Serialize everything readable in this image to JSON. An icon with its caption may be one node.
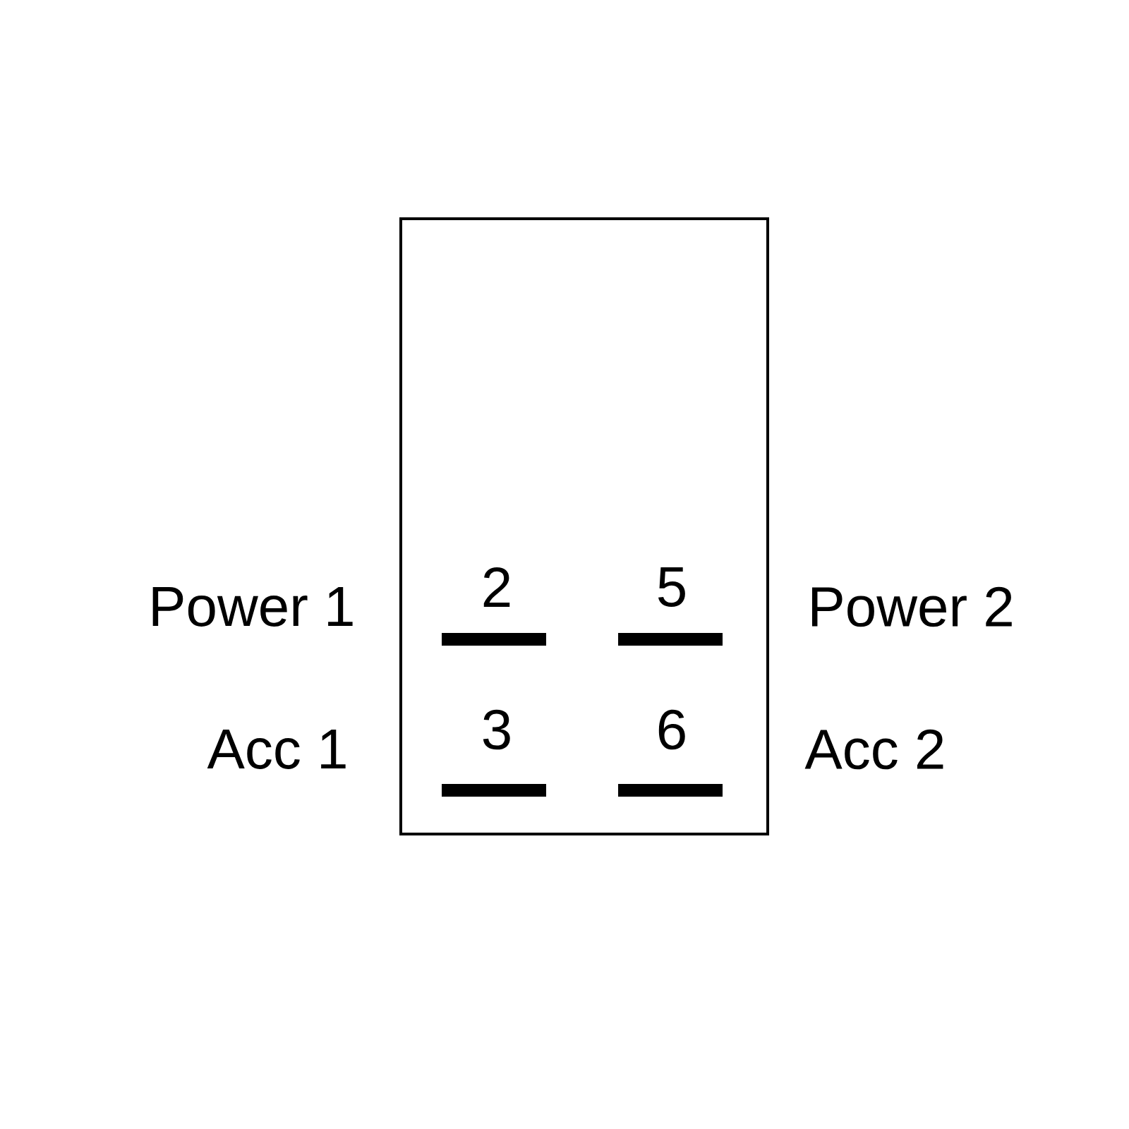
{
  "diagram": {
    "labels": [
      "Power 1",
      "2",
      "5",
      "Power 2",
      "Acc 1",
      "3",
      "6",
      "Acc 2"
    ]
  }
}
